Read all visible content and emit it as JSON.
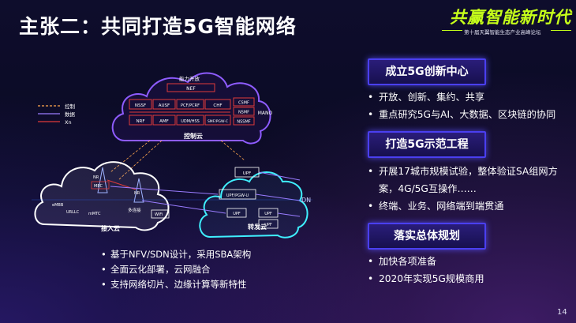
{
  "slide": {
    "title": "主张二：共同打造5G智能网络",
    "page_number": "14"
  },
  "logo": {
    "main": "共赢智能新时代",
    "subtitle": "第十届天翼智能生态产业高峰论坛"
  },
  "diagram": {
    "legend": {
      "control": "控制",
      "data": "数据",
      "xn": "Xn"
    },
    "control_cloud": {
      "label": "控制云",
      "capability_open": "能力开放",
      "nef_top": "NEF",
      "row1": [
        "NSSF",
        "AUSF",
        "PCF/PCRF",
        "CHF"
      ],
      "row2": [
        "NRF",
        "AMF",
        "UDM/HSS",
        "SMF/PGW-C"
      ],
      "right": [
        "CSMF",
        "NSMF",
        "NSSMF"
      ],
      "manc": "MANO"
    },
    "access_cloud": {
      "label": "接入云",
      "items": [
        "NR",
        "MEC",
        "NR",
        "多连接",
        "eMBB",
        "URLLC",
        "mMTC",
        "WiFi"
      ]
    },
    "forward_cloud": {
      "label": "转发云",
      "upf_top": "UPF",
      "upf_mid": "UPF/PGW-U",
      "upf_a": "UPF",
      "upf_b": "UPF",
      "upf_c": "UPF"
    },
    "dn": "DN"
  },
  "left_bullets": [
    "基于NFV/SDN设计，采用SBA架构",
    "全面云化部署，云网融合",
    "支持网络切片、边缘计算等新特性"
  ],
  "sections": [
    {
      "heading": "成立5G创新中心",
      "bullets": [
        "开放、创新、集约、共享",
        "重点研究5G与AI、大数据、区块链的协同"
      ]
    },
    {
      "heading": "打造5G示范工程",
      "bullets": [
        "开展17城市规模试验，整体验证SA组网方",
        "案，4G/5G互操作……",
        "终端、业务、网络端到端贯通"
      ]
    },
    {
      "heading": "落实总体规划",
      "bullets": [
        "加快各项准备",
        "2020年实现5G规模商用"
      ]
    }
  ],
  "colors": {
    "accent_blue": "#4a3ff0",
    "cloud_purple": "#8e5cff",
    "forward_cyan": "#3ff0ff",
    "nf_red": "#e03a3a",
    "logo_green": "#c6ff1a"
  }
}
